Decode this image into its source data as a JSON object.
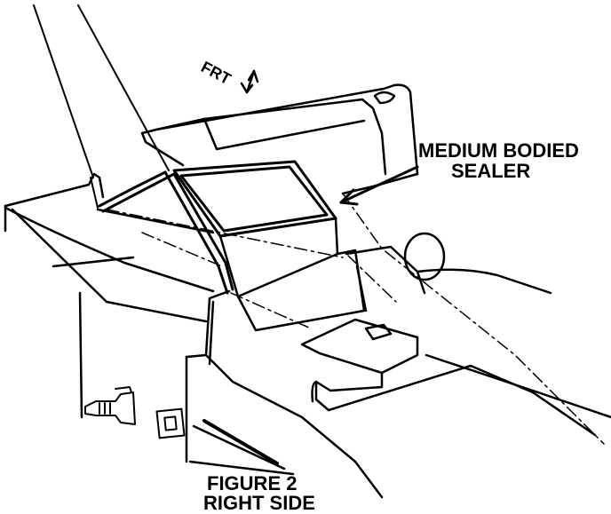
{
  "orientation": {
    "text": "FRT"
  },
  "callout": {
    "line1": "MEDIUM BODIED",
    "line2": "SEALER"
  },
  "caption": {
    "line1": "FIGURE 2",
    "line2": "RIGHT SIDE"
  },
  "colors": {
    "ink": "#000000",
    "paper": "#ffffff"
  }
}
